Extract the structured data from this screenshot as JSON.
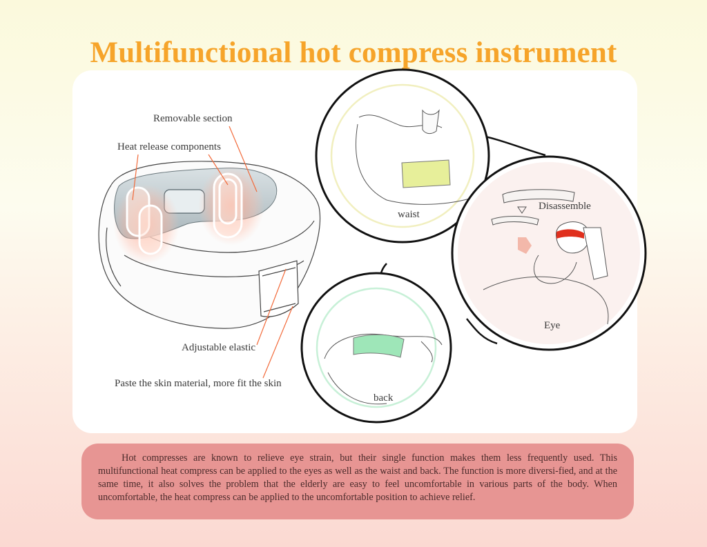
{
  "title": "Multifunctional hot compress instrument",
  "labels": {
    "removable_section": "Removable section",
    "heat_release_components": "Heat release components",
    "adjustable_elastic": "Adjustable elastic",
    "paste_skin": "Paste the skin material, more fit the skin",
    "waist": "waist",
    "back": "back",
    "disassemble": "Disassemble",
    "eye": "Eye"
  },
  "description": "Hot compresses are known to relieve eye strain, but their single function makes them less frequently used. This multifunctional heat compress can be applied to the eyes as well as the waist and back. The function is more diversi-fied, and at the same time, it also solves the problem that the elderly are easy to feel uncomfortable in various parts of the body. When uncomfortable, the heat compress can be applied to the uncomfortable position to achieve relief.",
  "colors": {
    "title": "#f6a42a",
    "leader_line": "#f26a3a",
    "waist_band": "#e7ef9a",
    "back_band": "#9ee6b8",
    "eye_mask": "#e0301e",
    "description_bg": "#e79593"
  }
}
